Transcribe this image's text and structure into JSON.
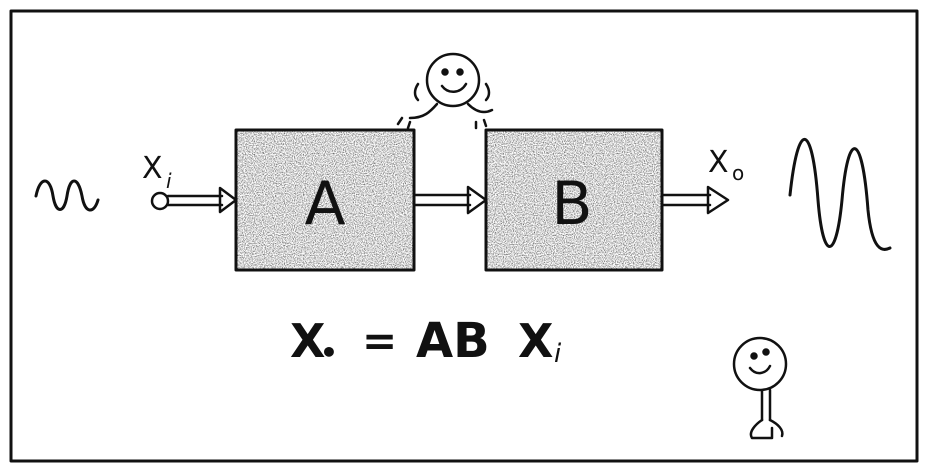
{
  "diagram": {
    "input_label": "X",
    "input_subscript": "i",
    "output_label": "X",
    "output_subscript": "o",
    "blocks": [
      {
        "label": "A"
      },
      {
        "label": "B"
      }
    ],
    "equation": {
      "lhs_symbol": "X",
      "lhs_subscript": "•",
      "equals": "=",
      "gain": "AB",
      "rhs_symbol": "X",
      "rhs_subscript": "i"
    }
  },
  "style": {
    "ink_color": "#111111",
    "block_fill": "#a8a8a8",
    "paper_color": "#ffffff"
  }
}
